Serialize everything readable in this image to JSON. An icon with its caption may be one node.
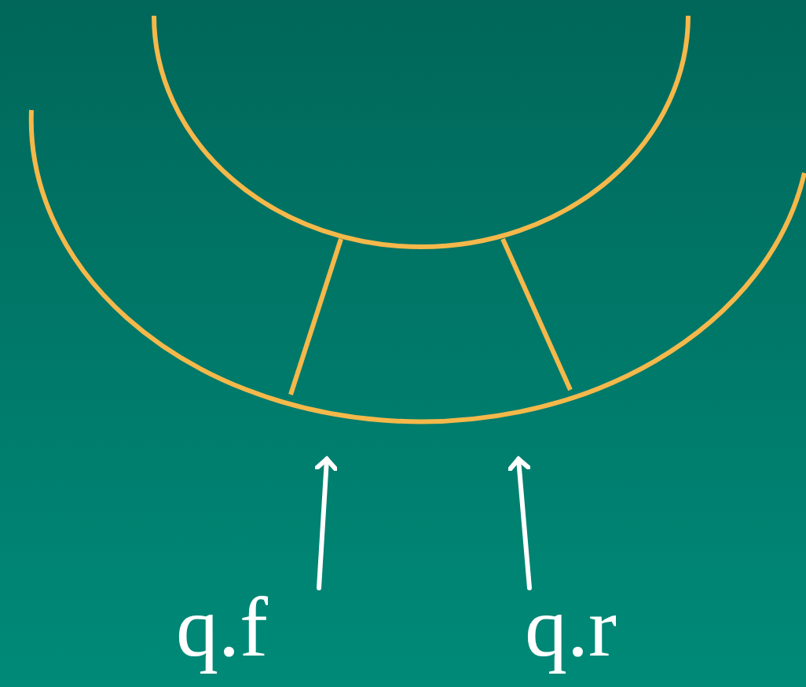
{
  "diagram": {
    "nodes": [
      {
        "text": [
          "q.f"
        ]
      },
      {
        "text": [
          "q.r"
        ]
      }
    ],
    "edges": [
      {
        "from": 0,
        "to": null,
        "arrow": "to"
      },
      {
        "from": 1,
        "to": null,
        "arrow": "to"
      }
    ]
  }
}
